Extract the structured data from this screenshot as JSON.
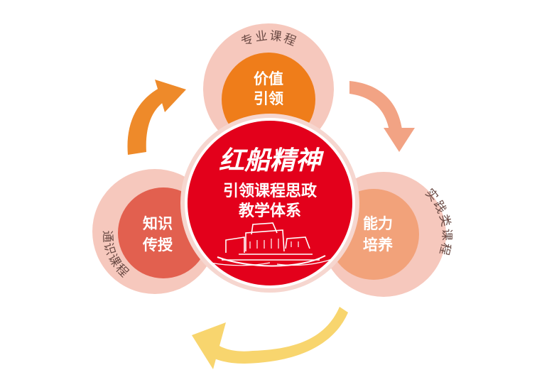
{
  "center": {
    "brand": "红船精神",
    "line1": "引领课程思政",
    "line2": "教学体系"
  },
  "nodes": {
    "top": {
      "line1": "价值",
      "line2": "引领",
      "ring_label": "专业课程"
    },
    "right": {
      "line1": "能力",
      "line2": "培养",
      "ring_label": "实践类课程"
    },
    "left": {
      "line1": "知识",
      "line2": "传授",
      "ring_label": "通识课程"
    }
  },
  "colors": {
    "center_red": "#e3001b",
    "top_core": "#ef7d1a",
    "right_core": "#f2a27a",
    "left_core": "#e2604f",
    "outer_ring": "#f6c8bd",
    "arrow_orange": "#ee8a2a",
    "arrow_salmon": "#f2a384",
    "arrow_yellow": "#f8d56e"
  },
  "icons": {
    "boat": "red-boat-icon",
    "arrows": "cycle-arrow-icon"
  }
}
